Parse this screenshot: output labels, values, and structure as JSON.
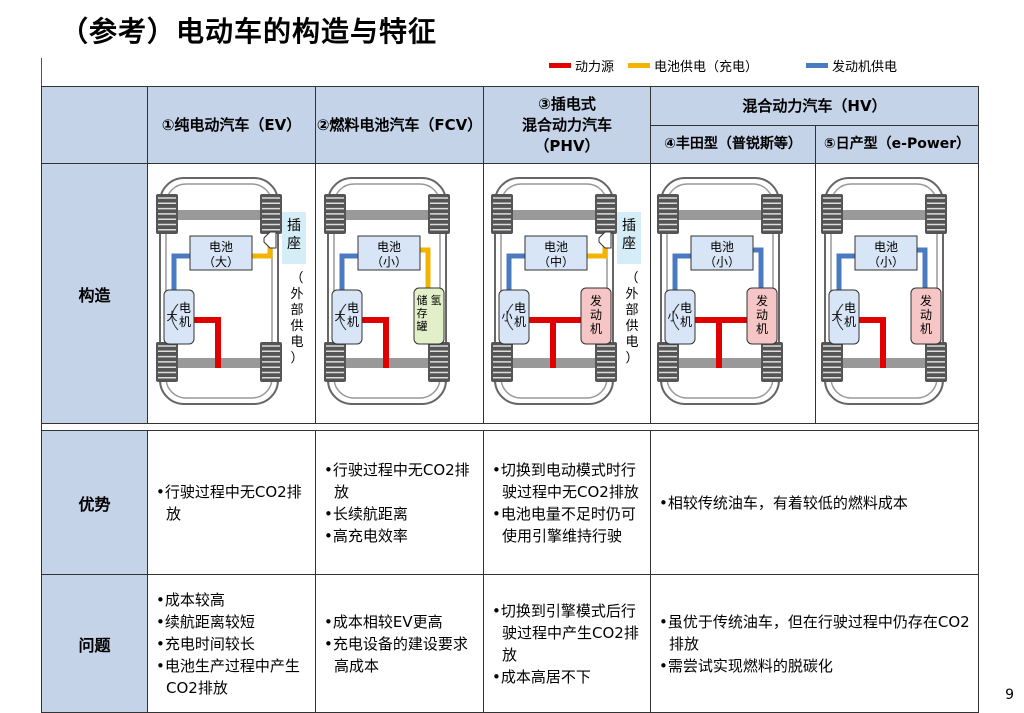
{
  "title": "（参考）电动车的构造与特征",
  "page_number": "9",
  "colors": {
    "power": "#e00000",
    "battery": "#f2b400",
    "engine": "#4a7bc0",
    "header_bg": "#c5d3e8"
  },
  "legend": [
    {
      "label": "动力源",
      "color": "#e00000"
    },
    {
      "label": "电池供电（充电）",
      "color": "#f2b400"
    },
    {
      "label": "发动机供电",
      "color": "#4a7bc0"
    }
  ],
  "header": {
    "ev": "①纯电动汽车（EV）",
    "fcv": "②燃料电池汽车（FCV）",
    "phv_l1": "③插电式",
    "phv_l2": "混合动力汽车",
    "phv_l3": "（PHV）",
    "hv": "混合动力汽车（HV）",
    "toyota": "④丰田型（普锐斯等）",
    "nissan": "⑤日产型（e-Power）"
  },
  "rows": {
    "structure": "构造",
    "advantages": "优势",
    "problems": "问题"
  },
  "diagrams": {
    "ev": {
      "battery": "电池（大）",
      "motor": "大电机",
      "plug": "插座",
      "external": "（外部供电）"
    },
    "fcv": {
      "battery": "电池（小）",
      "motor": "大电机",
      "tank": "储氢存罐"
    },
    "phv": {
      "battery": "电池（中）",
      "motor": "小电机",
      "engine": "发动机",
      "plug": "插座",
      "external": "（外部供电）"
    },
    "toyota": {
      "battery": "电池（小）",
      "motor": "小电机",
      "engine": "发动机"
    },
    "nissan": {
      "battery": "电池（小）",
      "motor": "大电机",
      "engine": "发动机"
    }
  },
  "advantages": {
    "ev": [
      "•行驶过程中无CO2排放"
    ],
    "fcv": [
      "•行驶过程中无CO2排放",
      "•长续航距离",
      "•高充电效率"
    ],
    "phv": [
      "•切换到电动模式时行驶过程中无CO2排放",
      "•电池电量不足时仍可使用引擎维持行驶"
    ],
    "hv": [
      "•相较传统油车，有着较低的燃料成本"
    ]
  },
  "problems": {
    "ev": [
      "•成本较高",
      "•续航距离较短",
      "•充电时间较长",
      "•电池生产过程中产生CO2排放"
    ],
    "fcv": [
      "•成本相较EV更高",
      "•充电设备的建设要求高成本"
    ],
    "phv": [
      "•切换到引擎模式后行驶过程中产生CO2排放",
      "•成本高居不下"
    ],
    "hv": [
      "•虽优于传统油车，但在行驶过程中仍存在CO2排放",
      "•需尝试实现燃料的脱碳化"
    ]
  }
}
